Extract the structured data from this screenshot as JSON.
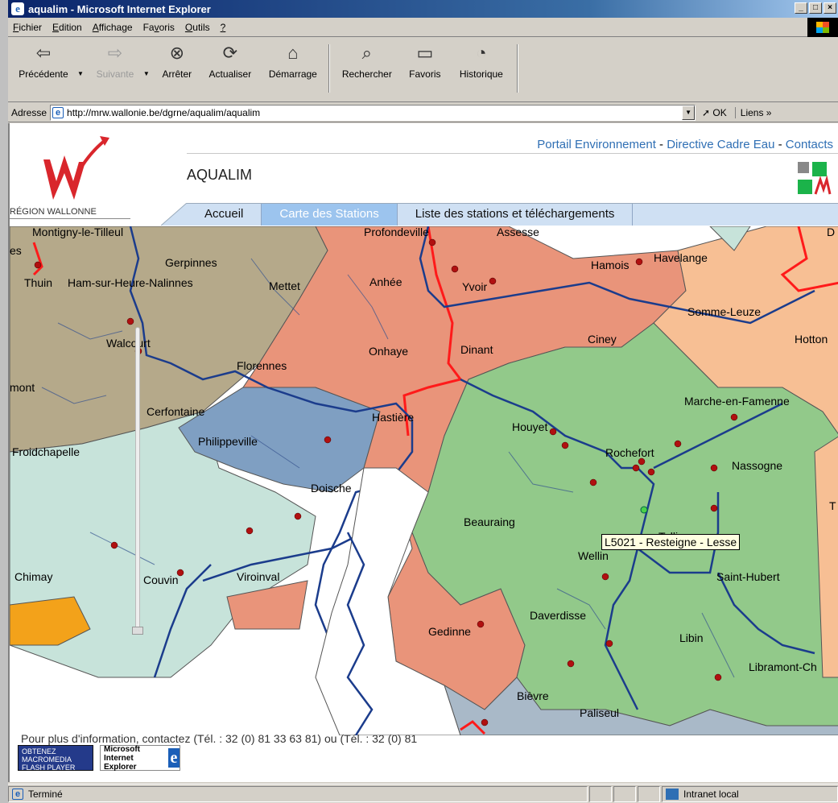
{
  "window": {
    "title": "aqualim - Microsoft Internet Explorer",
    "controls": {
      "minimize": "_",
      "maximize": "□",
      "close": "×"
    }
  },
  "menu": {
    "items": [
      {
        "underline": "F",
        "rest": "ichier"
      },
      {
        "underline": "E",
        "rest": "dition"
      },
      {
        "underline": "A",
        "rest": "ffichage"
      },
      {
        "pre": "Fa",
        "underline": "v",
        "rest": "oris"
      },
      {
        "underline": "O",
        "rest": "utils"
      },
      {
        "underline": "?",
        "rest": ""
      }
    ]
  },
  "toolbar": {
    "back": "Précédente",
    "forward": "Suivante",
    "stop": "Arrêter",
    "refresh": "Actualiser",
    "home": "Démarrage",
    "search": "Rechercher",
    "favorites": "Favoris",
    "history": "Historique"
  },
  "address": {
    "label": "Adresse",
    "url": "http://mrw.wallonie.be/dgrne/aqualim/aqualim",
    "go": "OK",
    "links": "Liens"
  },
  "site": {
    "top_links": [
      "Portail Environnement",
      "Directive Cadre Eau",
      "Contacts"
    ],
    "separator": "-",
    "region": "RÉGION WALLONNE",
    "title": "AQUALIM",
    "tabs": [
      "Accueil",
      "Carte des Stations",
      "Liste des stations et téléchargements"
    ]
  },
  "map": {
    "places": [
      "Montigny-le-Tilleul",
      "Gerpinnes",
      "Ham-sur-Heure-Nalinnes",
      "Thuin",
      "Mettet",
      "Profondeville",
      "Assesse",
      "Hamois",
      "Havelange",
      "Anhée",
      "Yvoir",
      "Somme-Leuze",
      "Walcourt",
      "Onhaye",
      "Dinant",
      "Ciney",
      "Hotton",
      "Florennes",
      "mont",
      "Hastière",
      "Marche-en-Famenne",
      "Cerfontaine",
      "Philippeville",
      "Houyet",
      "Froidchapelle",
      "Rochefort",
      "Nassogne",
      "Doische",
      "Beauraing",
      "Tellin",
      "Wellin",
      "Chimay",
      "Couvin",
      "Viroinval",
      "Saint-Hubert",
      "Daverdisse",
      "Gedinne",
      "Libin",
      "Libramont-Ch",
      "Bièvre",
      "Paliseul",
      "T",
      "D",
      "es"
    ],
    "tooltip": "L5021 - Resteigne - Lesse"
  },
  "footer": {
    "text_prefix": "Pour plus d'information, contactez",
    "text_mid": "(Tél. : 32 (0) 81 33 63 81) ou",
    "text_suffix": "(Tél. : 32 (0) 81",
    "phone_overlay": "33 63 81)",
    "flash_badge": "OBTENEZ MACROMEDIA FLASH PLAYER",
    "ie_badge": "Microsoft Internet Explorer"
  },
  "status": {
    "text": "Terminé",
    "zone": "Intranet local"
  },
  "colors": {
    "brown": "#b5a98a",
    "salmon": "#e9947a",
    "green": "#92c98a",
    "lightteal": "#c7e3da",
    "blue": "#7f9fc2",
    "peach": "#f7bf94",
    "orange": "#f3a21a",
    "river": "#1b3c8c",
    "border_red": "#ff1a1a"
  }
}
